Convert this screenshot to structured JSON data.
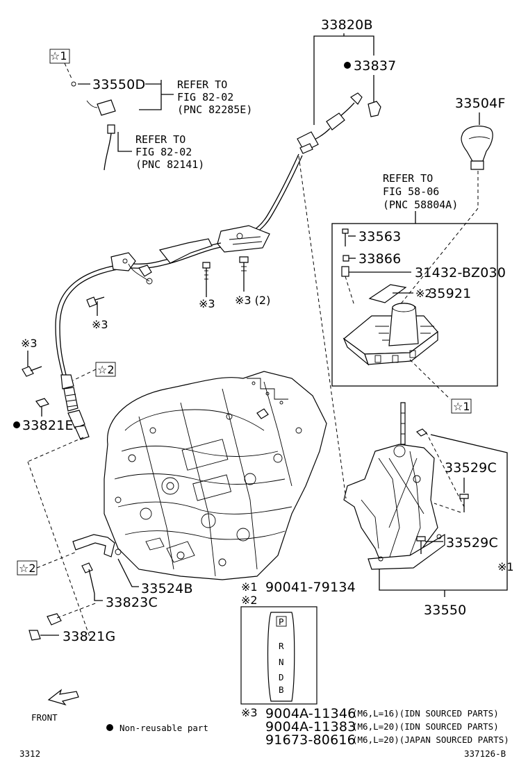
{
  "parts": {
    "p33820B": "33820B",
    "p33837": "33837",
    "p33550D": "33550D",
    "p33504F": "33504F",
    "p33563": "33563",
    "p33866": "33866",
    "p31432": "31432-BZ030",
    "p35921": "35921",
    "p33821E": "33821E",
    "p33529C_a": "33529C",
    "p33529C_b": "33529C",
    "p33524B": "33524B",
    "p33823C": "33823C",
    "p33821G": "33821G",
    "p33550": "33550"
  },
  "refs": {
    "ref1": [
      "REFER TO",
      "FIG 82-02",
      "(PNC 82285E)"
    ],
    "ref2": [
      "REFER TO",
      "FIG 82-02",
      "(PNC 82141)"
    ],
    "ref3": [
      "REFER TO",
      "FIG 58-06",
      "(PNC 58804A)"
    ]
  },
  "markers": {
    "star1": "☆1",
    "star2": "☆2",
    "x1": "※1",
    "x3": "※3",
    "x3_2": "※3 (2)",
    "x2": "※2",
    "dot": "●"
  },
  "notes": {
    "n1_mark": "※1",
    "n1_value": "90041-79134",
    "n2_mark": "※2",
    "n3_mark": "※3",
    "n3_rows": [
      {
        "pn": "9004A-11346",
        "desc": "(M6,L=16)(IDN SOURCED PARTS)"
      },
      {
        "pn": "9004A-11383",
        "desc": "(M6,L=20)(IDN SOURCED PARTS)"
      },
      {
        "pn": "91673-80616",
        "desc": "(M6,L=20)(JAPAN SOURCED PARTS)"
      }
    ],
    "gate_letters": [
      "P",
      "R",
      "N",
      "D",
      "B"
    ]
  },
  "legend": {
    "front": "FRONT",
    "nonreusable": "Non-reusable part"
  },
  "footer": {
    "left": "3312",
    "right": "337126-B"
  }
}
